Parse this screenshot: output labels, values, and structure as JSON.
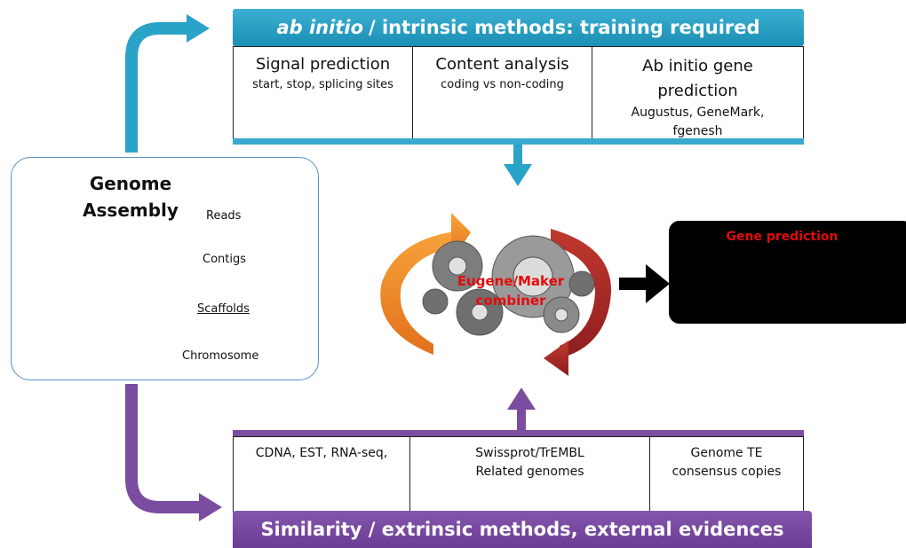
{
  "top": {
    "banner_italic": "ab initio",
    "banner_rest": "/ intrinsic methods: training required",
    "cells": [
      {
        "title": "Signal prediction",
        "detail": "start, stop, splicing sites"
      },
      {
        "title": "Content analysis",
        "detail": "coding vs non-coding"
      },
      {
        "title": "Ab initio gene prediction",
        "detail": "Augustus, GeneMark, fgenesh"
      }
    ]
  },
  "bottom": {
    "banner": "Similarity / extrinsic methods, external evidences",
    "cells": [
      "CDNA, EST,  RNA-seq,",
      "Swissprot/TrEMBL Related genomes",
      "Genome TE consensus copies"
    ]
  },
  "assembly": {
    "title": "Genome Assembly",
    "labels": {
      "reads": "Reads",
      "contigs": "Contigs",
      "scaffolds": "Scaffolds",
      "chromosome": "Chromosome"
    }
  },
  "combiner": {
    "label": "Eugene/Maker combiner"
  },
  "gene_prediction": {
    "title": "Gene prediction"
  },
  "colors": {
    "blue": "#2aa3c9",
    "purple": "#7a4da0",
    "orange": "#f28a24",
    "red": "#b7282a",
    "gene_box": "#000000",
    "gene_title": "#e10b0b"
  }
}
